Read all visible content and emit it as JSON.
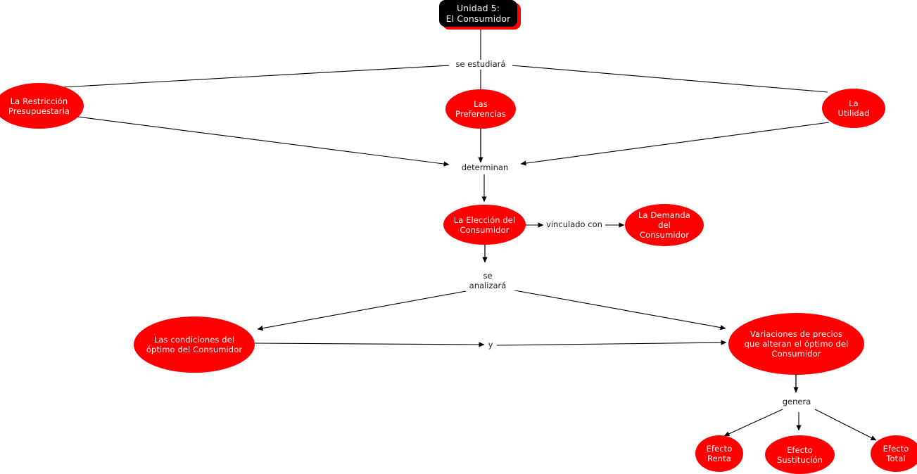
{
  "diagram": {
    "title_node": {
      "label": "Unidad 5:\nEl Consumidor",
      "fill": "#000000",
      "shadow": "#ff0000",
      "text_color": "#f2f2f2"
    },
    "node_fill": "#ff0000",
    "node_text_color": "#ffffff",
    "edge_color": "#000000",
    "background": "#ffffff",
    "nodes": [
      {
        "id": "restriccion",
        "label": "La Restricción\nPresupuestaria"
      },
      {
        "id": "preferencias",
        "label": "Las\nPreferencias"
      },
      {
        "id": "utilidad",
        "label": "La\nUtilidad"
      },
      {
        "id": "eleccion",
        "label": "La Elección del\nConsumidor"
      },
      {
        "id": "demanda",
        "label": "La Demanda\ndel\nConsumidor"
      },
      {
        "id": "condiciones",
        "label": "Las condiciones del\nóptimo del Consumidor"
      },
      {
        "id": "variaciones",
        "label": "Variaciones de precios\nque alteran el óptimo del\nConsumidor"
      },
      {
        "id": "efecto-renta",
        "label": "Efecto\nRenta"
      },
      {
        "id": "efecto-sustitucion",
        "label": "Efecto\nSustitución"
      },
      {
        "id": "efecto-total",
        "label": "Efecto\nTotal"
      }
    ],
    "edge_labels": [
      {
        "id": "se-estudiara",
        "label": "se estudiará"
      },
      {
        "id": "determinan",
        "label": "determinan"
      },
      {
        "id": "vinculado-con",
        "label": "vinculado con"
      },
      {
        "id": "se-analizara",
        "label": "se\nanalizará"
      },
      {
        "id": "y",
        "label": "y"
      },
      {
        "id": "genera",
        "label": "genera"
      }
    ]
  }
}
